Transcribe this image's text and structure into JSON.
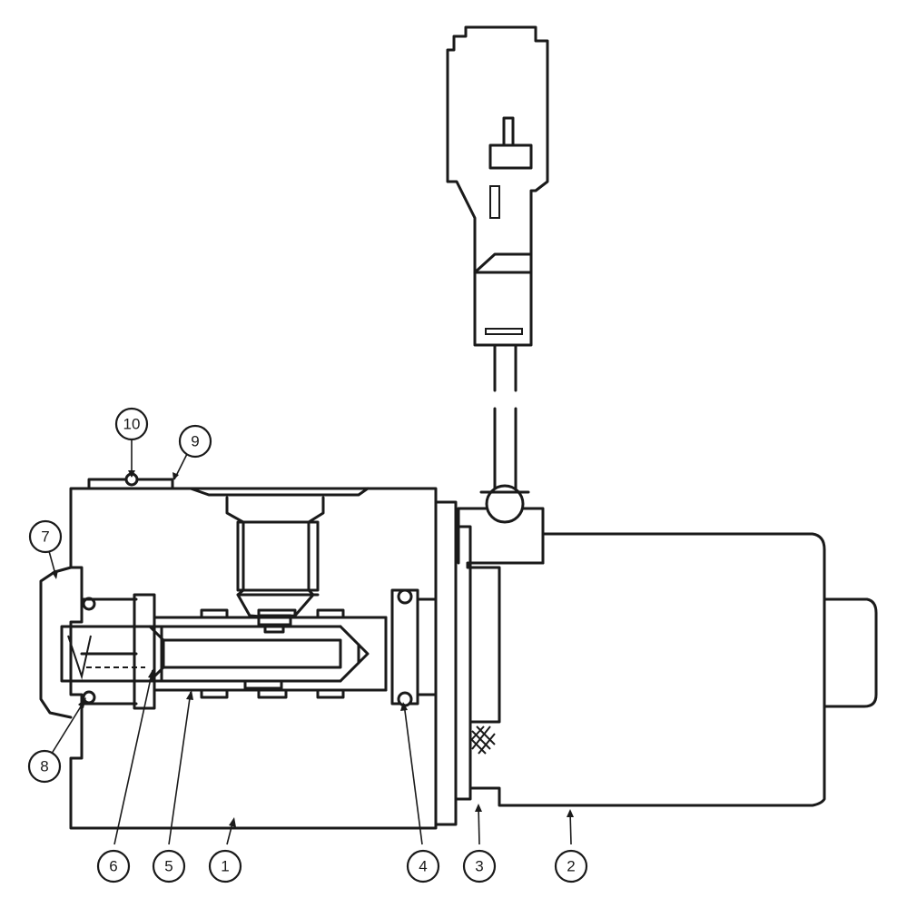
{
  "diagram": {
    "callouts": [
      {
        "id": "1",
        "label": "1"
      },
      {
        "id": "2",
        "label": "2"
      },
      {
        "id": "3",
        "label": "3"
      },
      {
        "id": "4",
        "label": "4"
      },
      {
        "id": "5",
        "label": "5"
      },
      {
        "id": "6",
        "label": "6"
      },
      {
        "id": "7",
        "label": "7"
      },
      {
        "id": "8",
        "label": "8"
      },
      {
        "id": "9",
        "label": "9"
      },
      {
        "id": "10",
        "label": "10"
      }
    ]
  },
  "colors": {
    "line": "#1a1a1a",
    "background": "#ffffff"
  }
}
